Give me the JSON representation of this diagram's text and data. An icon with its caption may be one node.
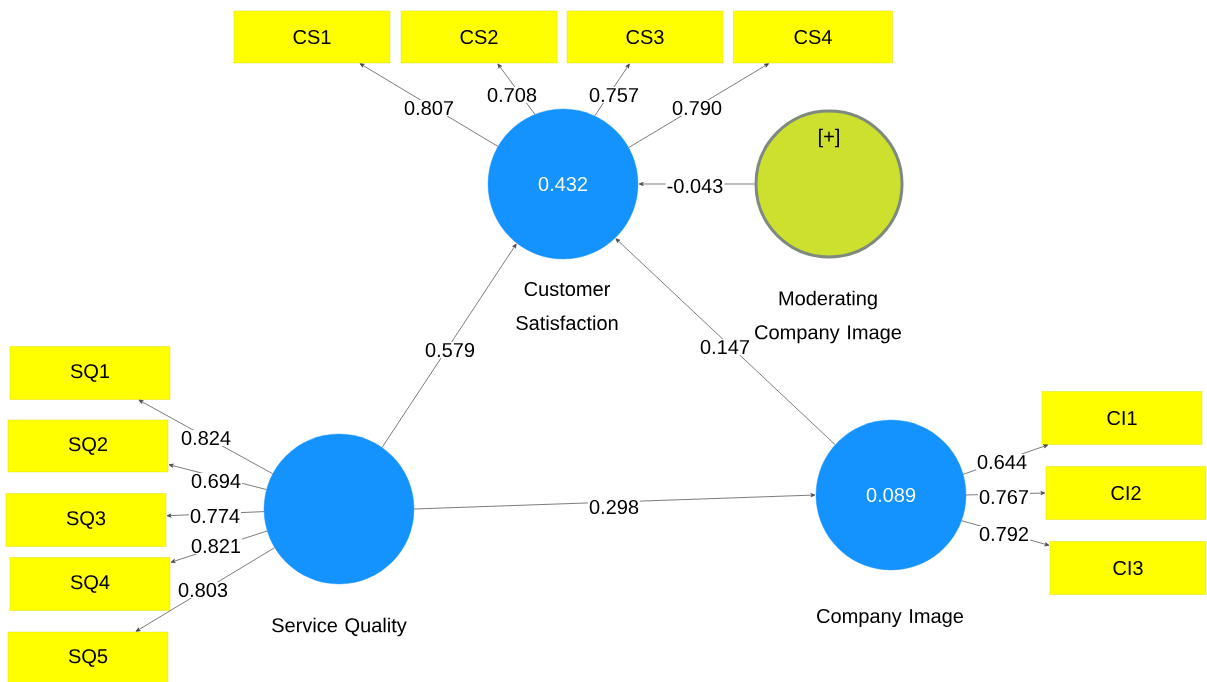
{
  "diagram": {
    "nodes": [
      {
        "text": [
          "CS1"
        ]
      },
      {
        "text": [
          "CS2"
        ]
      },
      {
        "text": [
          "CS3"
        ]
      },
      {
        "text": [
          "CS4"
        ]
      },
      {
        "text": [
          "0.432",
          "Customer Satisfaction"
        ]
      },
      {
        "text": [
          "[+]",
          "Moderating Company Image"
        ]
      },
      {
        "text": [
          "SQ1"
        ]
      },
      {
        "text": [
          "SQ2"
        ]
      },
      {
        "text": [
          "SQ3"
        ]
      },
      {
        "text": [
          "SQ4"
        ]
      },
      {
        "text": [
          "SQ5"
        ]
      },
      {
        "text": [
          "Service Quality"
        ]
      },
      {
        "text": [
          "0.089",
          "Company Image"
        ]
      },
      {
        "text": [
          "CI1"
        ]
      },
      {
        "text": [
          "CI2"
        ]
      },
      {
        "text": [
          "CI3"
        ]
      }
    ],
    "edges": [
      {
        "from": 4,
        "to": 0,
        "arrow": "to",
        "label": "0.807"
      },
      {
        "from": 4,
        "to": 1,
        "arrow": "to",
        "label": "0.708"
      },
      {
        "from": 4,
        "to": 2,
        "arrow": "to",
        "label": "0.757"
      },
      {
        "from": 4,
        "to": 3,
        "arrow": "to",
        "label": "0.790"
      },
      {
        "from": 5,
        "to": 4,
        "arrow": "to",
        "label": "-0.043"
      },
      {
        "from": 11,
        "to": 6,
        "arrow": "to",
        "label": "0.824"
      },
      {
        "from": 11,
        "to": 7,
        "arrow": "to",
        "label": "0.694"
      },
      {
        "from": 11,
        "to": 8,
        "arrow": "to",
        "label": "0.774"
      },
      {
        "from": 11,
        "to": 9,
        "arrow": "to",
        "label": "0.821"
      },
      {
        "from": 11,
        "to": 10,
        "arrow": "to",
        "label": "0.803"
      },
      {
        "from": 11,
        "to": 4,
        "arrow": "to",
        "label": "0.579"
      },
      {
        "from": 12,
        "to": 4,
        "arrow": "to",
        "label": "0.147"
      },
      {
        "from": 11,
        "to": 12,
        "arrow": "to",
        "label": "0.298"
      },
      {
        "from": 12,
        "to": 13,
        "arrow": "to",
        "label": "0.644"
      },
      {
        "from": 12,
        "to": 14,
        "arrow": "to",
        "label": "0.767"
      },
      {
        "from": 12,
        "to": 15,
        "arrow": "to",
        "label": "0.792"
      }
    ]
  }
}
